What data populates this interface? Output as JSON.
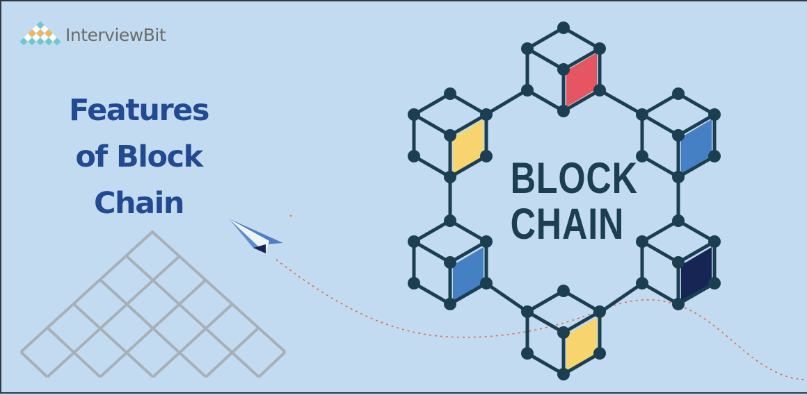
{
  "brand": {
    "name_part1": "Interview",
    "name_part2": "Bit",
    "logo_icon": "diamond-pyramid-logo-icon",
    "logo_colors": {
      "teal": "#6cc9cc",
      "orange": "#f7b34c",
      "white": "#ffffff"
    }
  },
  "headline": {
    "lines": [
      "Features",
      "of Block",
      "Chain"
    ],
    "color": "#224a92"
  },
  "illustration": {
    "center_text": [
      "BLOCK",
      "CHAIN"
    ],
    "stroke_color": "#1b3f50",
    "background": "#c3dbf0",
    "cubes": [
      {
        "position": "top",
        "face_color": "#e55562"
      },
      {
        "position": "upper-right",
        "face_color": "#4580c4"
      },
      {
        "position": "lower-right",
        "face_color": "#172554"
      },
      {
        "position": "bottom",
        "face_color": "#f7d46e"
      },
      {
        "position": "lower-left",
        "face_color": "#4580c4"
      },
      {
        "position": "upper-left",
        "face_color": "#f7d46e"
      }
    ],
    "paper_plane_icon": "paper-plane-icon",
    "trail_color": "#e0694a",
    "grid_color": "#a7b0b7"
  }
}
